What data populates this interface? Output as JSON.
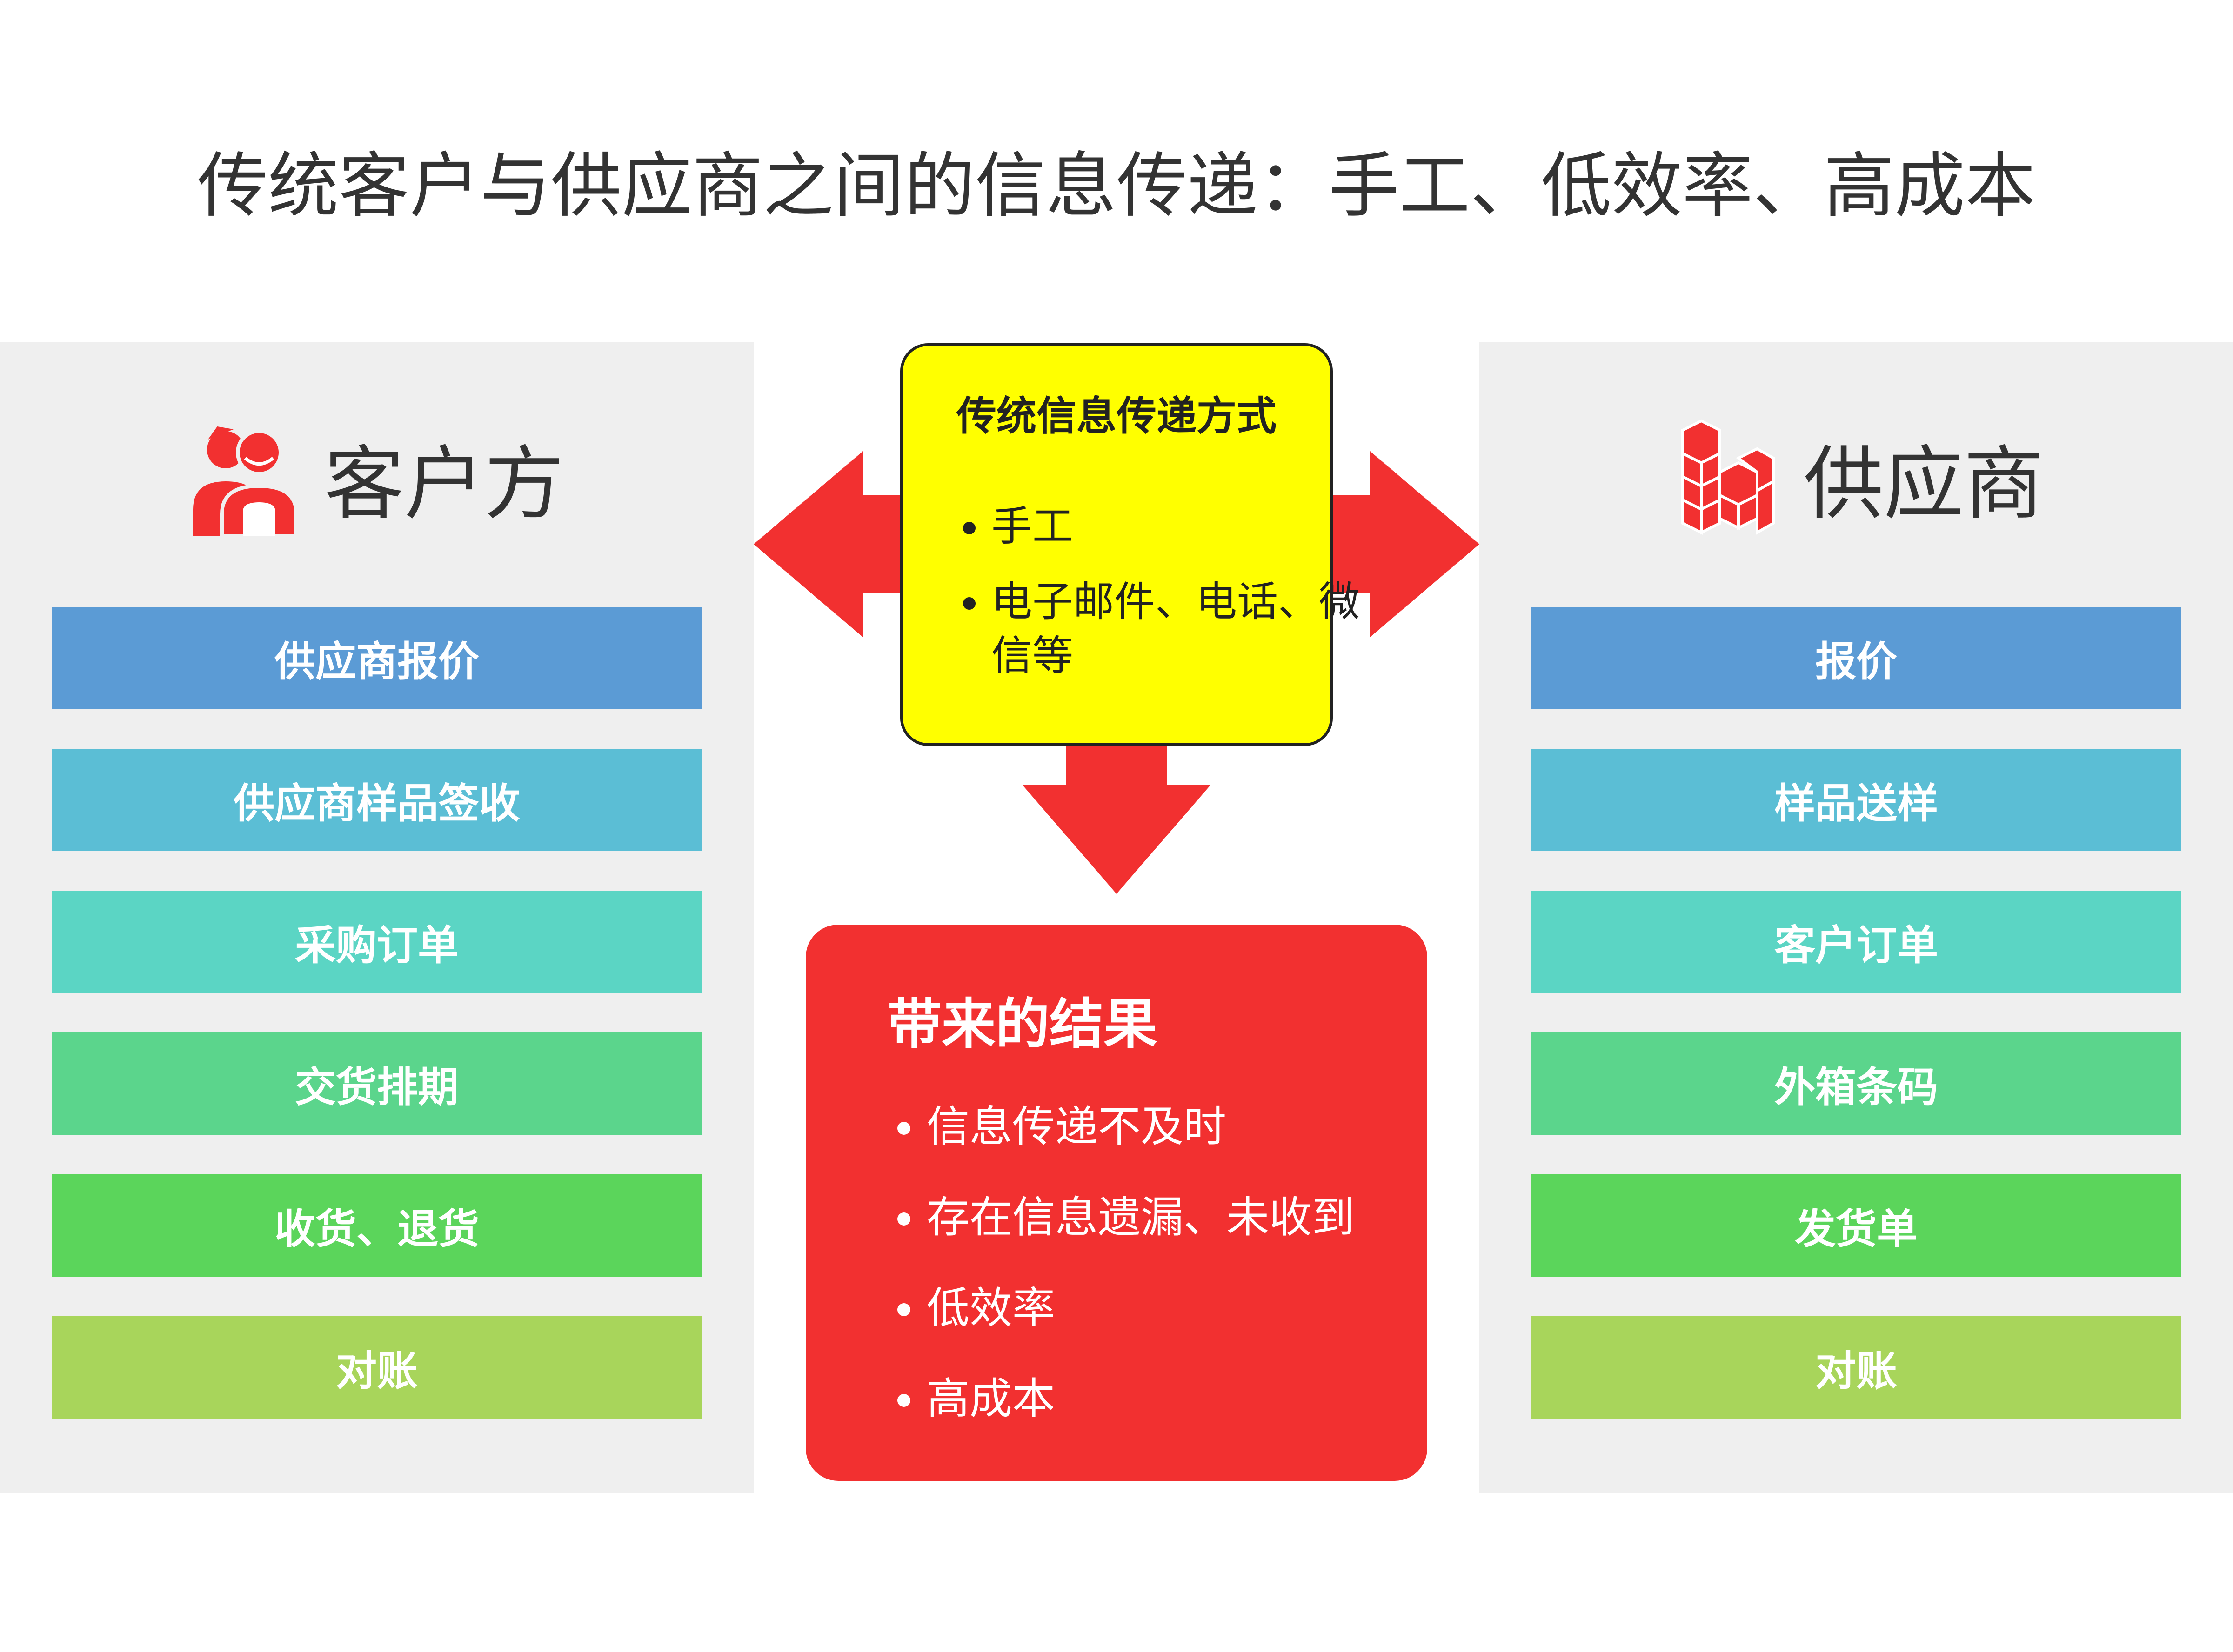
{
  "title": "传统客户与供应商之间的信息传递：手工、低效率、高成本",
  "left_panel": {
    "heading": "客户方",
    "icon": "people-icon",
    "items": [
      {
        "label": "供应商报价",
        "color": "#5b9bd5"
      },
      {
        "label": "供应商样品签收",
        "color": "#5bbed5"
      },
      {
        "label": "采购订单",
        "color": "#5bd5c4"
      },
      {
        "label": "交货排期",
        "color": "#5bd58c"
      },
      {
        "label": "收货、退货",
        "color": "#5bd55b"
      },
      {
        "label": "对账",
        "color": "#a8d55b"
      }
    ]
  },
  "right_panel": {
    "heading": "供应商",
    "icon": "building-blocks-icon",
    "items": [
      {
        "label": "报价",
        "color": "#5b9bd5"
      },
      {
        "label": "样品送样",
        "color": "#5bbed5"
      },
      {
        "label": "客户订单",
        "color": "#5bd5c4"
      },
      {
        "label": "外箱条码",
        "color": "#5bd58c"
      },
      {
        "label": "发货单",
        "color": "#5bd55b"
      },
      {
        "label": "对账",
        "color": "#a8d55b"
      }
    ]
  },
  "center_box": {
    "title": "传统信息传递方式",
    "items": [
      "手工",
      "电子邮件、电话、微信等"
    ],
    "color": "#ffff00"
  },
  "result_box": {
    "title": "带来的结果",
    "items": [
      "信息传递不及时",
      "存在信息遗漏、未收到",
      "低效率",
      "高成本"
    ],
    "color": "#f23030"
  },
  "arrow_color": "#f23030"
}
